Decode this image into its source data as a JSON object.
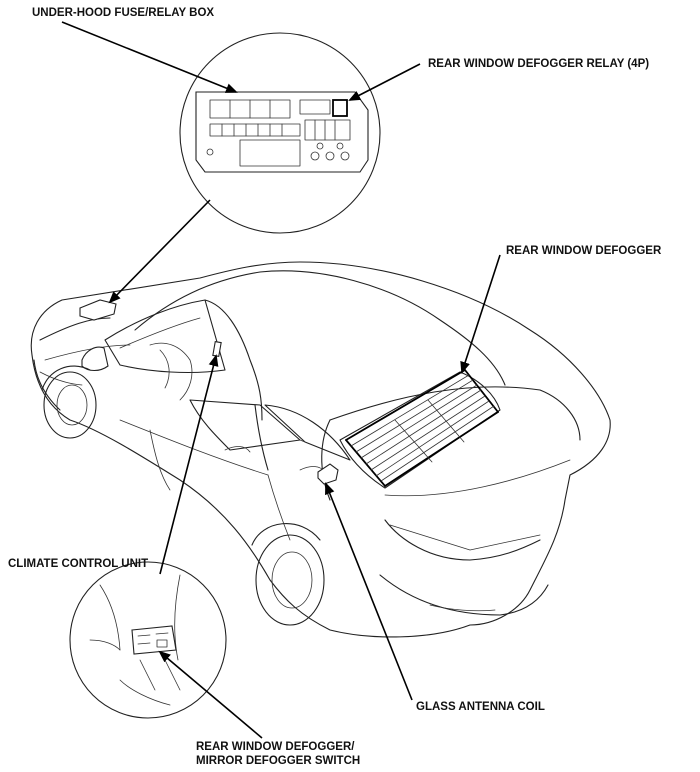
{
  "labels": {
    "fuse_box": "UNDER-HOOD FUSE/RELAY BOX",
    "relay": "REAR WINDOW DEFOGGER RELAY (4P)",
    "defogger": "REAR WINDOW DEFOGGER",
    "climate": "CLIMATE CONTROL UNIT",
    "antenna": "GLASS ANTENNA COIL",
    "switch_line1": "REAR WINDOW DEFOGGER/",
    "switch_line2": "MIRROR DEFOGGER SWITCH"
  },
  "colors": {
    "line": "#222222",
    "background": "#ffffff"
  }
}
